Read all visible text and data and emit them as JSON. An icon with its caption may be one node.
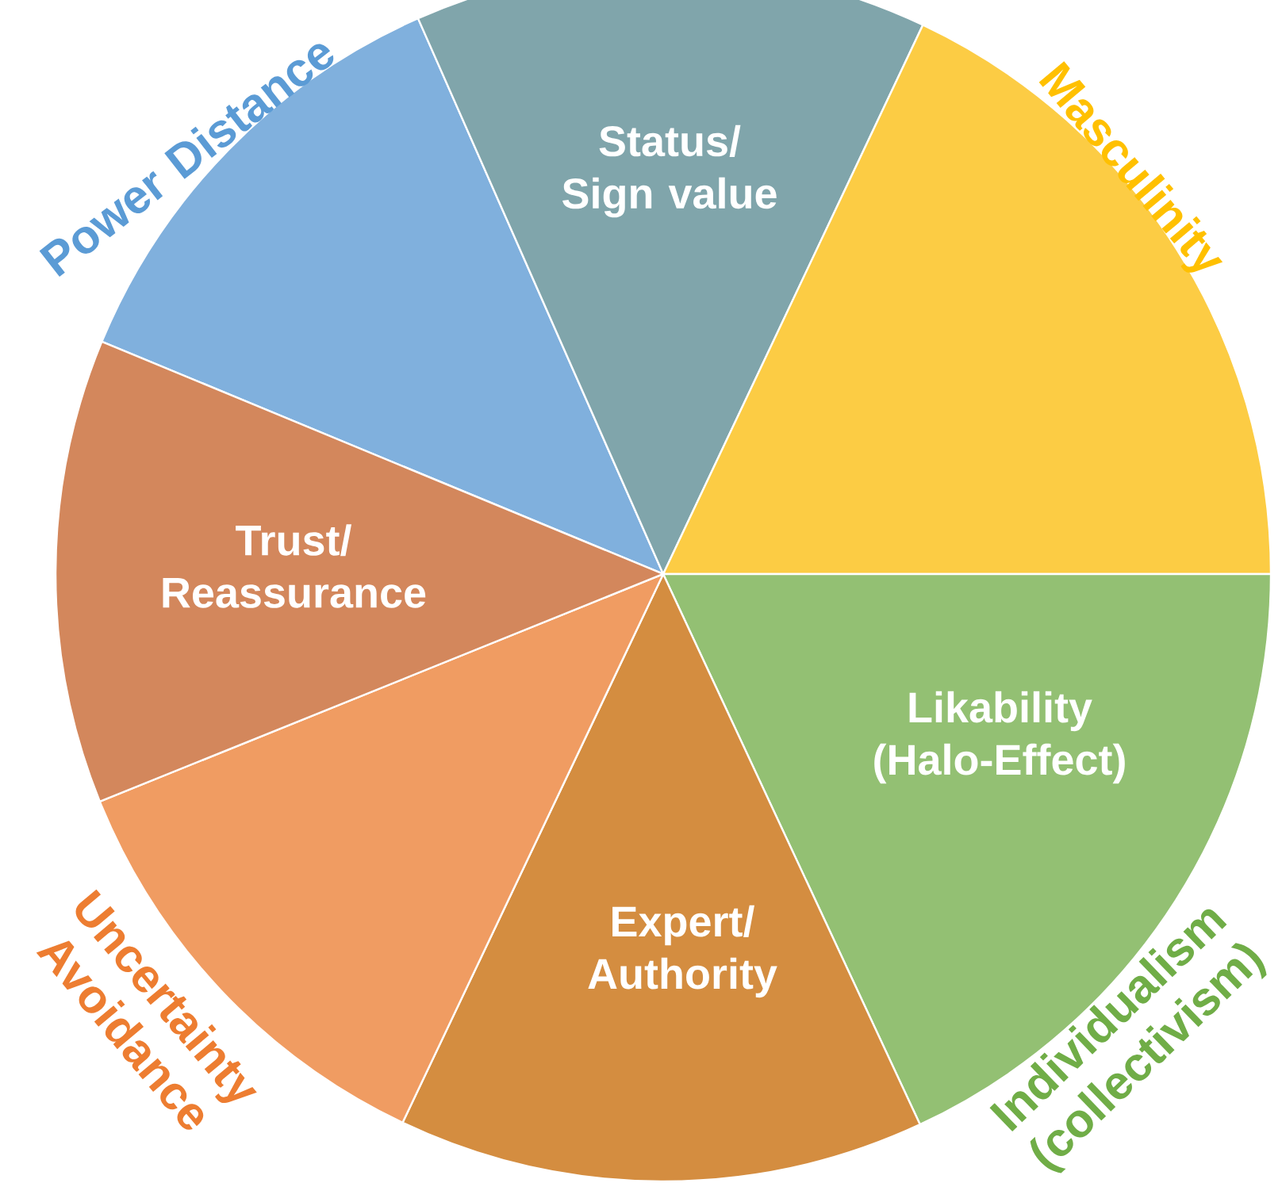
{
  "diagram": {
    "nodes": [
      {
        "text": [
          "Power Distance"
        ]
      },
      {
        "text": [
          "Status/ Sign value"
        ]
      },
      {
        "text": [
          "Masculinity"
        ]
      },
      {
        "text": [
          "Likability (Halo-Effect)",
          "Individualism (collectivism)"
        ]
      },
      {
        "text": [
          "Expert/ Authority"
        ]
      },
      {
        "text": [
          "Uncertainty Avoidance"
        ]
      },
      {
        "text": [
          "Trust/ Reassurance"
        ]
      }
    ]
  }
}
